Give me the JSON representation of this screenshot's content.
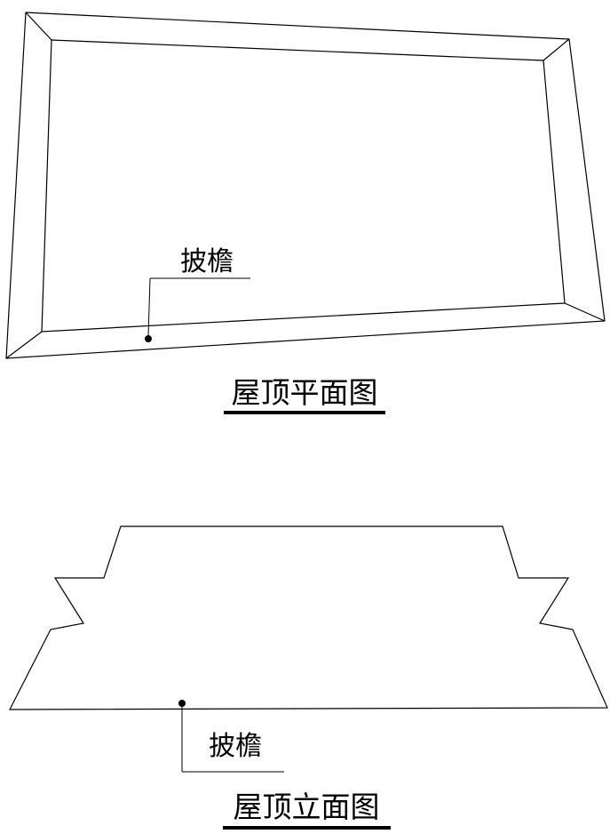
{
  "colors": {
    "ink": "#000000",
    "paper": "#ffffff"
  },
  "plan_view": {
    "eave_label": "披檐",
    "title": "屋顶平面图"
  },
  "elevation_view": {
    "eave_label": "披檐",
    "title": "屋顶立面图"
  }
}
